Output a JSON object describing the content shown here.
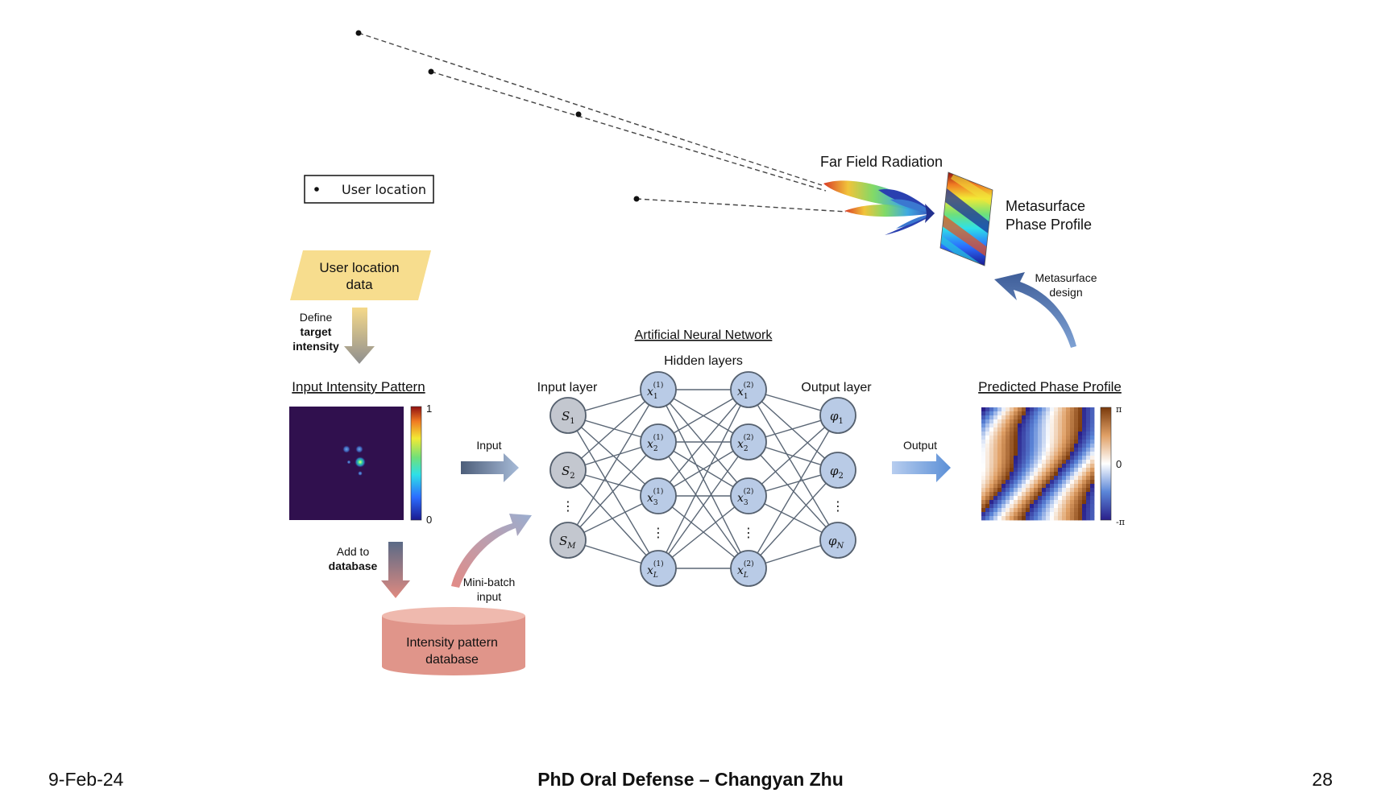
{
  "legend": {
    "label": "User location"
  },
  "far_field": {
    "label": "Far Field Radiation"
  },
  "metasurface": {
    "line1": "Metasurface",
    "line2": "Phase Profile"
  },
  "metasurface_design": {
    "line1": "Metasurface",
    "line2": "design"
  },
  "user_data": {
    "line1": "User location",
    "line2": "data"
  },
  "define": {
    "line1": "Define",
    "line2": "target",
    "line3": "intensity"
  },
  "input_pattern": {
    "title": "Input Intensity Pattern",
    "cbar_max": "1",
    "cbar_min": "0"
  },
  "add_db": {
    "line1": "Add to",
    "line2": "database"
  },
  "database": {
    "line1": "Intensity pattern",
    "line2": "database"
  },
  "minibatch": {
    "line1": "Mini-batch",
    "line2": "input"
  },
  "input_arrow": {
    "label": "Input"
  },
  "output_arrow": {
    "label": "Output"
  },
  "ann": {
    "title": "Artificial Neural Network",
    "hidden_label": "Hidden layers",
    "input_label": "Input layer",
    "output_label": "Output layer",
    "ellipsis": "⋮"
  },
  "predicted": {
    "title": "Predicted Phase Profile",
    "cbar_max": "π",
    "cbar_mid": "0",
    "cbar_min": "-π"
  },
  "footer": {
    "date": "9-Feb-24",
    "title": "PhD Oral Defense – Changyan Zhu",
    "page": "28"
  },
  "colors": {
    "yellow_box": "#f7dd8e",
    "db_pink": "#e0958a",
    "node_gray": "#c3c7cf",
    "node_blue": "#b9cbe6",
    "node_stroke": "#55606e",
    "arrow_dark": "#5f6e86",
    "arrow_light": "#6f9bd8",
    "intensity_bg": "#30104e"
  }
}
